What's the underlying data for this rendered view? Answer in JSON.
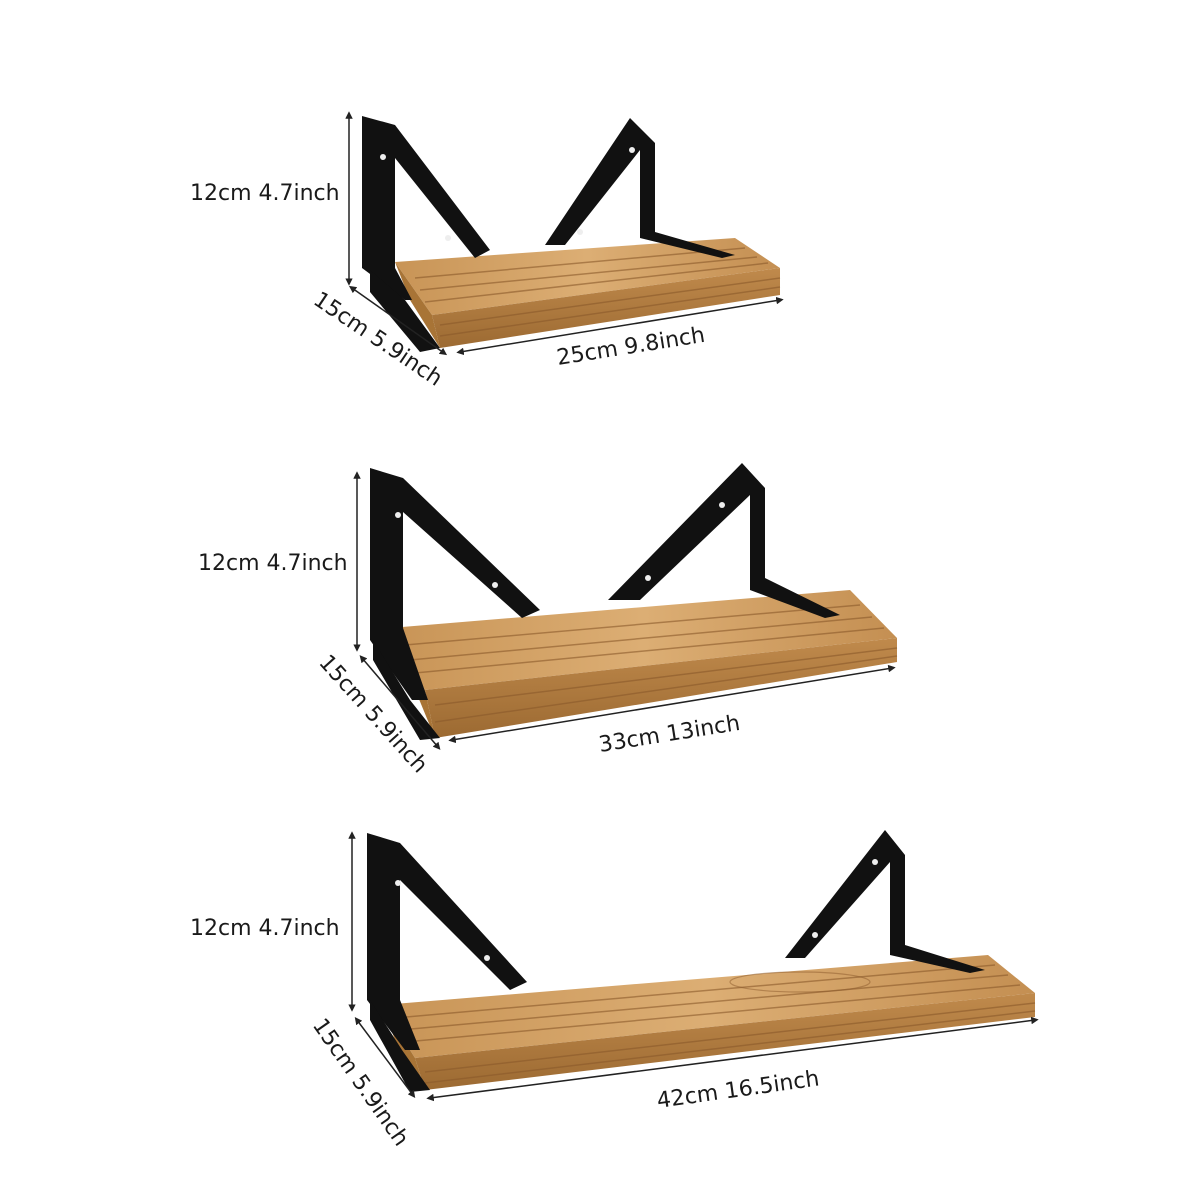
{
  "shelves": [
    {
      "height_label": "12cm 4.7inch",
      "depth_label": "15cm 5.9inch",
      "length_label": "25cm 9.8inch"
    },
    {
      "height_label": "12cm 4.7inch",
      "depth_label": "15cm 5.9inch",
      "length_label": "33cm 13inch"
    },
    {
      "height_label": "12cm 4.7inch",
      "depth_label": "15cm 5.9inch",
      "length_label": "42cm 16.5inch"
    }
  ],
  "colors": {
    "bracket": "#111111",
    "wood_top": "#d4a56a",
    "wood_front": "#b98545",
    "wood_grain": "#8b5a2b",
    "dimension_line": "#222222"
  }
}
